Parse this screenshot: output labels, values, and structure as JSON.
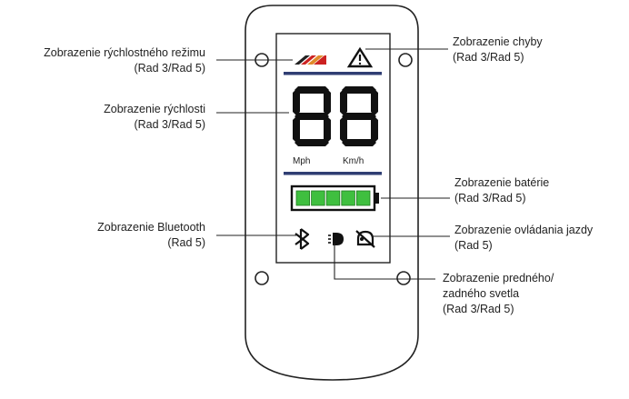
{
  "callouts": {
    "speed_mode": {
      "title": "Zobrazenie rýchlostného režimu",
      "models": "(Rad 3/Rad 5)"
    },
    "speed": {
      "title": "Zobrazenie rýchlosti",
      "models": "(Rad 3/Rad 5)"
    },
    "bluetooth": {
      "title": "Zobrazenie Bluetooth",
      "models": "(Rad 5)"
    },
    "error": {
      "title": "Zobrazenie chyby",
      "models": "(Rad 3/Rad 5)"
    },
    "battery": {
      "title": "Zobrazenie batérie",
      "models": "(Rad 3/Rad 5)"
    },
    "ride_control": {
      "title": "Zobrazenie ovládania jazdy",
      "models": "(Rad 5)"
    },
    "light": {
      "title": "Zobrazenie predného/",
      "title2": "zadného svetla",
      "models": "(Rad 3/Rad 5)"
    }
  },
  "display": {
    "speed_digits": "88",
    "unit_left": "Mph",
    "unit_right": "Km/h",
    "battery_segments": 5
  },
  "colors": {
    "outline": "#222222",
    "separator": "#2f3e73",
    "battery_green": "#3fbf3f",
    "speed_mode_red": "#cc2222",
    "speed_mode_orange": "#e08a2a",
    "digit_fill": "#111111"
  },
  "icons": {
    "error": "warning-triangle-icon",
    "bluetooth": "bluetooth-icon",
    "light": "headlight-icon",
    "ride_control": "ride-control-off-icon",
    "speed_mode": "speed-mode-icon"
  }
}
